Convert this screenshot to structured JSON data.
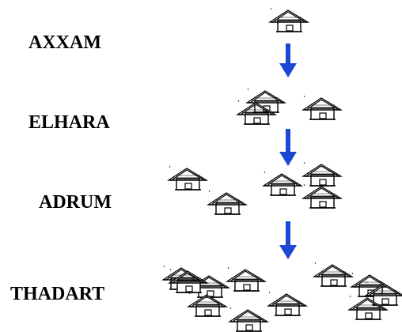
{
  "stages": [
    {
      "label": "AXXAM",
      "house_count": 1
    },
    {
      "label": "ELHARA",
      "house_count": 3
    },
    {
      "label": "ADRUM",
      "house_count": 5
    },
    {
      "label": "THADART",
      "house_count": 11
    }
  ],
  "colors": {
    "arrow": "#1f47d6",
    "house_stroke": "#000000",
    "house_fill": "#ffffff"
  },
  "icons": {
    "house": "house-icon",
    "arrow": "arrow-down-icon"
  }
}
